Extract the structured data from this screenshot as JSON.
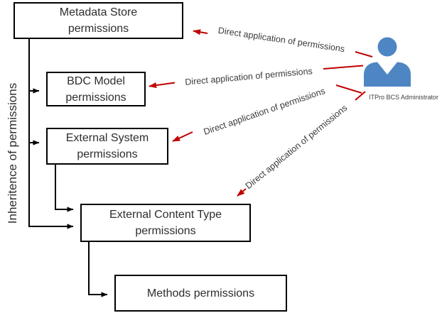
{
  "colors": {
    "arrow_red": "#c00000",
    "person_blue": "#4e86c4",
    "line_black": "#1a1a1a",
    "box_border": "#000000",
    "text_dark": "#2e2e2e",
    "background": "#ffffff"
  },
  "inheritance_axis": {
    "label": "Inheritence of permissions"
  },
  "nodes": {
    "metadata_store": {
      "line1": "Metadata Store",
      "line2": "permissions"
    },
    "bdc_model": {
      "line1": "BDC Model",
      "line2": "permissions"
    },
    "external_system": {
      "line1": "External System",
      "line2": "permissions"
    },
    "external_content_type": {
      "line1": "External Content Type",
      "line2": "permissions"
    },
    "methods": {
      "line1": "Methods permissions"
    }
  },
  "actor": {
    "label": "ITPro BCS Administrator"
  },
  "arrows": {
    "direct": [
      {
        "label": "Direct application of permissions",
        "to": "Metadata Store permissions"
      },
      {
        "label": "Direct application of permissions",
        "to": "BDC Model permissions"
      },
      {
        "label": "Direct application of permissions",
        "to": "External System permissions"
      },
      {
        "label": "Direct application of permissions",
        "to": "External Content Type permissions"
      }
    ]
  }
}
